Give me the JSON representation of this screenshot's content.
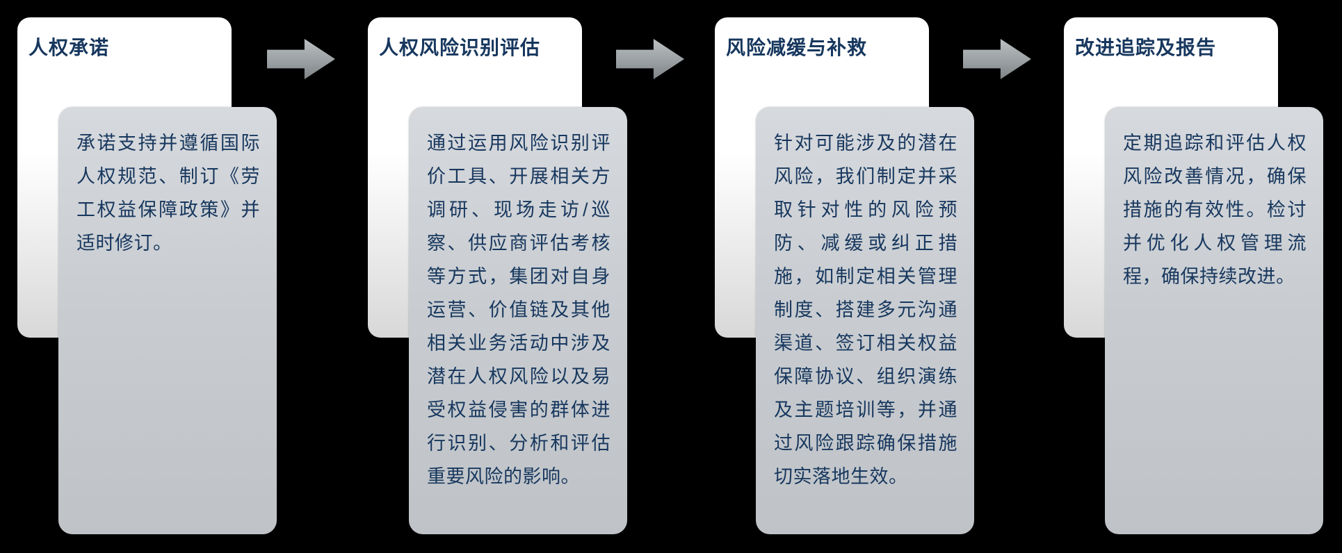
{
  "diagram": {
    "type": "process-flow",
    "background_color": "#000000",
    "title_color": "#17375e",
    "body_color": "#17375e",
    "title_card_color": "#ffffff",
    "body_card_color": "#c9cdd1",
    "arrow_color": "#9aa0a3",
    "arrow_icon": "right-arrow",
    "steps": [
      {
        "title": "人权承诺",
        "body": "承诺支持并遵循国际人权规范、制订《劳工权益保障政策》并适时修订。"
      },
      {
        "title": "人权风险识别评估",
        "body": "通过运用风险识别评价工具、开展相关方调研、现场走访/巡察、供应商评估考核等方式，集团对自身运营、价值链及其他相关业务活动中涉及潜在人权风险以及易受权益侵害的群体进行识别、分析和评估重要风险的影响。"
      },
      {
        "title": "风险减缓与补救",
        "body": "针对可能涉及的潜在风险，我们制定并采取针对性的风险预防、减缓或纠正措施，如制定相关管理制度、搭建多元沟通渠道、签订相关权益保障协议、组织演练及主题培训等，并通过风险跟踪确保措施切实落地生效。"
      },
      {
        "title": "改进追踪及报告",
        "body": "定期追踪和评估人权风险改善情况，确保措施的有效性。检讨并优化人权管理流程，确保持续改进。"
      }
    ]
  }
}
